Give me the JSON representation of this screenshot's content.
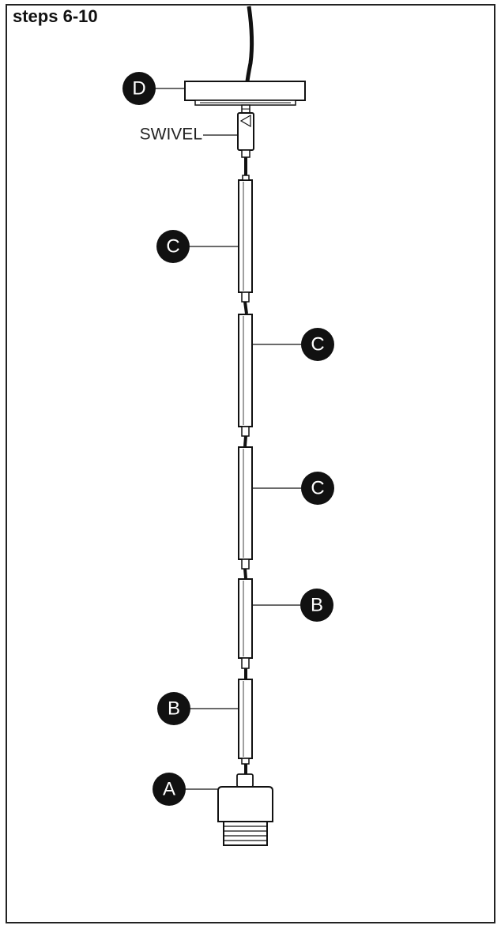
{
  "header": {
    "title": "steps 6-10"
  },
  "labels": {
    "swivel": "SWIVEL"
  },
  "parts": [
    {
      "id": "D",
      "letter": "D"
    },
    {
      "id": "C1",
      "letter": "C"
    },
    {
      "id": "C2",
      "letter": "C"
    },
    {
      "id": "C3",
      "letter": "C"
    },
    {
      "id": "B1",
      "letter": "B"
    },
    {
      "id": "B2",
      "letter": "B"
    },
    {
      "id": "A",
      "letter": "A"
    }
  ],
  "colors": {
    "line": "#111111",
    "callout_fill": "#111111",
    "callout_text": "#ffffff",
    "background": "#ffffff"
  }
}
